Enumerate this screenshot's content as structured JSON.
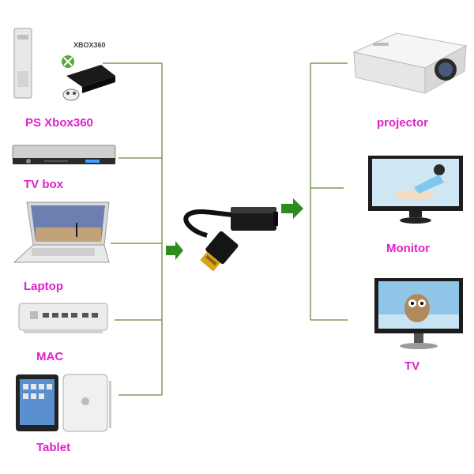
{
  "sources": [
    {
      "id": "xbox",
      "label": "PS Xbox360",
      "logo_text": "XBOX360"
    },
    {
      "id": "tvbox",
      "label": "TV box"
    },
    {
      "id": "laptop",
      "label": "Laptop"
    },
    {
      "id": "mac",
      "label": "MAC"
    },
    {
      "id": "tablet",
      "label": "Tablet"
    }
  ],
  "outputs": [
    {
      "id": "projector",
      "label": "projector"
    },
    {
      "id": "monitor",
      "label": "Monitor"
    },
    {
      "id": "tv",
      "label": "TV"
    }
  ],
  "colors": {
    "label": "#e020c8",
    "line": "#7d9a5c",
    "arrow": "#2e8b1e",
    "adapter": "#111111",
    "connector": "#d8a21a"
  }
}
